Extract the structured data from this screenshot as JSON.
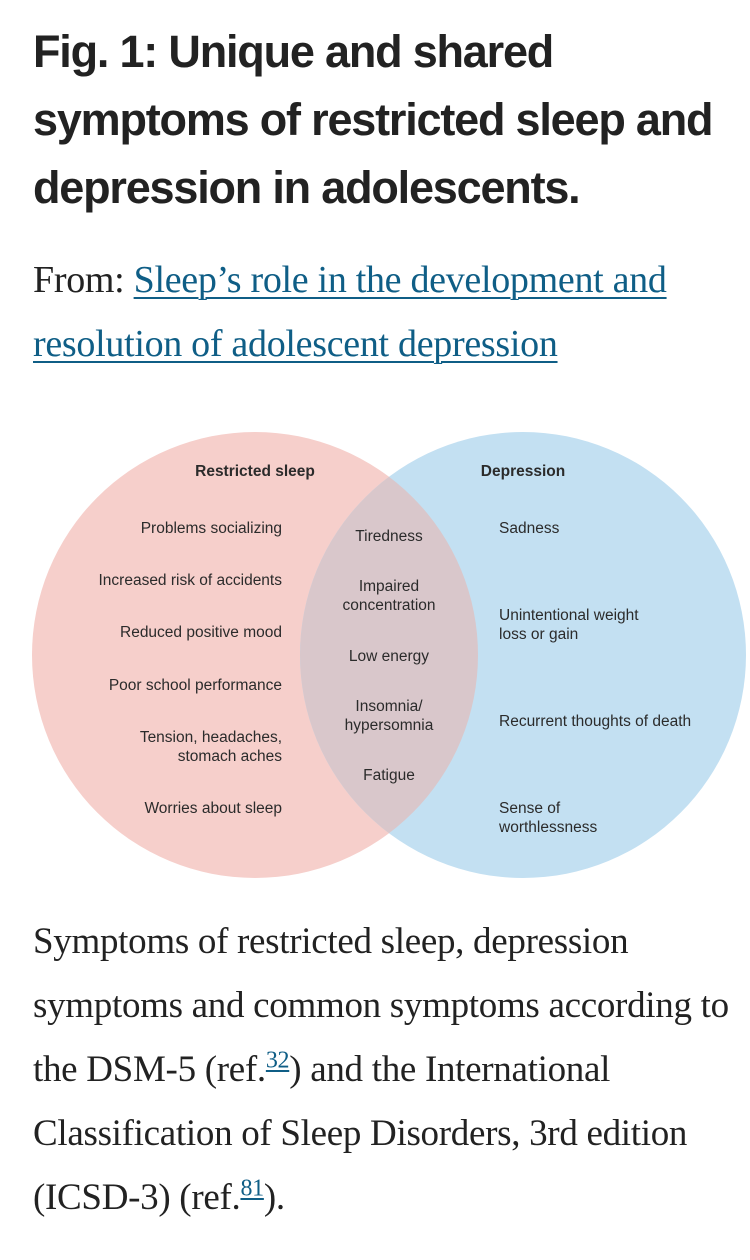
{
  "figure": {
    "title": "Fig. 1: Unique and shared symptoms of restricted sleep and depression in adolescents.",
    "from_label": "From:",
    "source_link": "Sleep’s role in the development and resolution of adolescent depression"
  },
  "venn": {
    "left_title": "Restricted sleep",
    "right_title": "Depression",
    "left_items": [
      "Problems socializing",
      "Increased risk of accidents",
      "Reduced positive mood",
      "Poor school performance",
      "Tension, headaches,\nstomach aches",
      "Worries about sleep"
    ],
    "shared_items": [
      "Tiredness",
      "Impaired\nconcentration",
      "Low energy",
      "Insomnia/\nhypersomnia",
      "Fatigue"
    ],
    "right_items": [
      "Sadness",
      "Unintentional weight\nloss or gain",
      "Recurrent thoughts of death",
      "Sense of\nworthlessness"
    ],
    "colors": {
      "left_circle": "#f6cfcb",
      "right_circle": "#c3e0f2",
      "overlap": "#d9c7cb"
    }
  },
  "caption": {
    "part1": "Symptoms of restricted sleep, depression symptoms and common symptoms according to the DSM-5 (ref.",
    "ref1": "32",
    "part2": ") and the International Classification of Sleep Disorders, 3rd edition (ICSD-3) (ref.",
    "ref2": "81",
    "part3": ")."
  }
}
